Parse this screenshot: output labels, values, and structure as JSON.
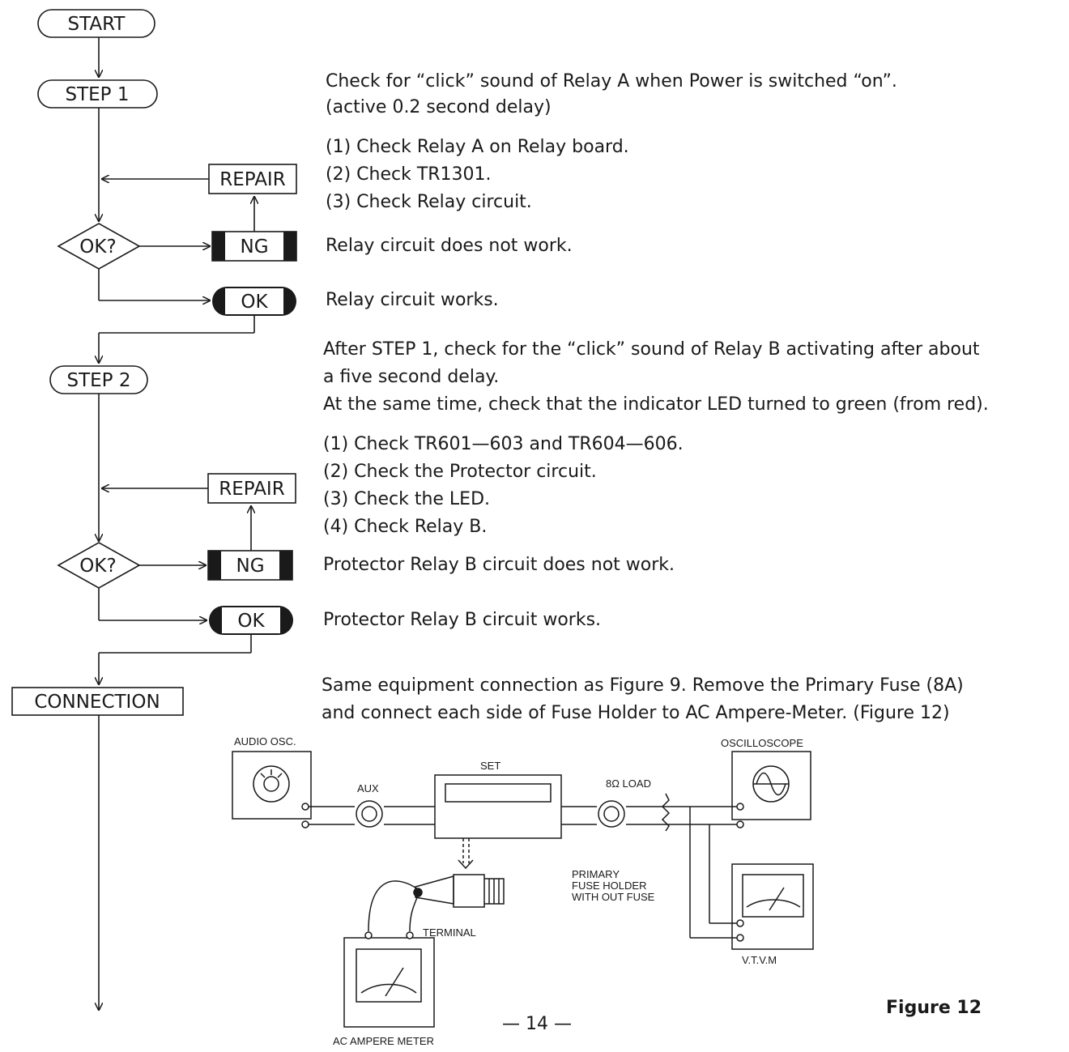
{
  "flow": {
    "start": "START",
    "step1": "STEP 1",
    "step2": "STEP 2",
    "repair": "REPAIR",
    "check": "OK?",
    "ng": "NG",
    "ok": "OK",
    "connection": "CONNECTION"
  },
  "step1": {
    "intro_line1": "Check for “click” sound of Relay A when Power is switched “on”.",
    "intro_line2": "(active 0.2 second delay)",
    "checks": [
      "(1) Check Relay A on Relay board.",
      "(2) Check TR1301.",
      "(3) Check Relay circuit."
    ],
    "ng_text": "Relay circuit does not work.",
    "ok_text": "Relay circuit works."
  },
  "step2": {
    "intro_line1": "After STEP 1, check for the “click” sound of Relay B activating after about",
    "intro_line2": "a five second delay.",
    "intro_line3": "At the same time, check that the indicator LED turned to green (from red).",
    "checks": [
      "(1) Check TR601—603 and TR604—606.",
      "(2) Check the Protector circuit.",
      "(3) Check the LED.",
      "(4) Check Relay B."
    ],
    "ng_text": "Protector Relay B circuit does not work.",
    "ok_text": "Protector Relay B circuit works."
  },
  "connection": {
    "line1": "Same equipment connection as Figure 9. Remove the Primary Fuse (8A)",
    "line2": "and connect each side of Fuse Holder to AC Ampere-Meter. (Figure 12)"
  },
  "figure": {
    "audio_osc": "AUDIO OSC.",
    "aux": "AUX",
    "set": "SET",
    "load": "8Ω LOAD",
    "oscilloscope": "OSCILLOSCOPE",
    "primary_1": "PRIMARY",
    "primary_2": "FUSE HOLDER",
    "primary_3": "WITH OUT FUSE",
    "terminal": "TERMINAL",
    "vtvm": "V.T.V.M",
    "ac_meter": "AC AMPERE METER",
    "caption": "Figure 12"
  },
  "page_number": "— 14 —"
}
